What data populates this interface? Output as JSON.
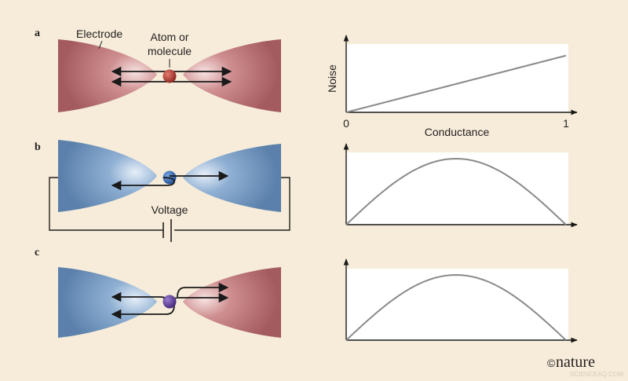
{
  "panels": [
    {
      "letter": "a",
      "left_electrode": "red",
      "right_electrode": "red",
      "atom": "red"
    },
    {
      "letter": "b",
      "left_electrode": "blue",
      "right_electrode": "blue",
      "atom": "blue"
    },
    {
      "letter": "c",
      "left_electrode": "blue",
      "right_electrode": "red",
      "atom": "purple"
    }
  ],
  "labels": {
    "electrode": "Electrode",
    "atom_line1": "Atom or",
    "atom_line2": "molecule",
    "voltage": "Voltage"
  },
  "graph": {
    "ylabel": "Noise",
    "xlabel": "Conductance",
    "x_tick_min": "0",
    "x_tick_max": "1"
  },
  "chart_data": [
    {
      "type": "line",
      "x": [
        0,
        1
      ],
      "y": [
        0,
        0.85
      ],
      "xlim": [
        0,
        1
      ],
      "ylim": [
        0,
        1
      ],
      "xlabel": "Conductance",
      "ylabel": "Noise",
      "xticks": [
        "0",
        "1"
      ]
    },
    {
      "type": "line",
      "x": [
        0,
        0.25,
        0.5,
        0.75,
        1
      ],
      "y": [
        0,
        0.75,
        1,
        0.75,
        0
      ],
      "xlim": [
        0,
        1
      ],
      "ylim": [
        0,
        1
      ]
    },
    {
      "type": "line",
      "x": [
        0,
        0.25,
        0.5,
        0.75,
        1
      ],
      "y": [
        0,
        0.75,
        1,
        0.75,
        0
      ],
      "xlim": [
        0,
        1
      ],
      "ylim": [
        0,
        1
      ]
    }
  ],
  "credit": {
    "copyright": "©",
    "publisher": "nature",
    "watermark": "SCIENCEAQ.COM"
  },
  "colors": {
    "background": "#f6ecd9",
    "red_electrode": "#b56a6e",
    "blue_electrode": "#6d93bd",
    "red_atom": "#a5322a",
    "blue_atom": "#2f64b0",
    "purple_atom": "#5b3b93",
    "plot_bg": "#ffffff",
    "curve": "#8a8a8a",
    "ink": "#231f20"
  }
}
